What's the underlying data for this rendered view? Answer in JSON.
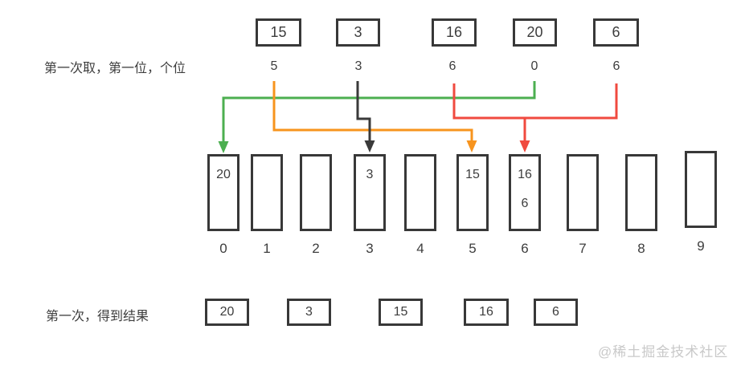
{
  "pass_label": "第一次取，第一位，个位",
  "result_label": "第一次，得到结果",
  "watermark": "@稀土掘金技术社区",
  "top_row": {
    "boxes": [
      "15",
      "3",
      "16",
      "20",
      "6"
    ],
    "digits": [
      "5",
      "3",
      "6",
      "0",
      "6"
    ]
  },
  "buckets": {
    "labels": [
      "0",
      "1",
      "2",
      "3",
      "4",
      "5",
      "6",
      "7",
      "8",
      "9"
    ],
    "contents": [
      [
        "20"
      ],
      [],
      [],
      [
        "3"
      ],
      [],
      [
        "15"
      ],
      [
        "16",
        "6"
      ],
      [],
      [],
      []
    ]
  },
  "result_row": {
    "boxes": [
      "20",
      "3",
      "15",
      "16",
      "6"
    ]
  },
  "arrows": [
    {
      "color_name": "green",
      "from_value": "20",
      "digit": "0",
      "to_bucket": "0"
    },
    {
      "color_name": "orange",
      "from_value": "15",
      "digit": "5",
      "to_bucket": "5"
    },
    {
      "color_name": "black",
      "from_value": "3",
      "digit": "3",
      "to_bucket": "3"
    },
    {
      "color_name": "red",
      "from_value": "16",
      "digit": "6",
      "to_bucket": "6"
    },
    {
      "color_name": "red",
      "from_value": "6",
      "digit": "6",
      "to_bucket": "6"
    }
  ],
  "colors": {
    "green": "#4caf50",
    "orange": "#f7941e",
    "red": "#f04a3f",
    "black": "#3a3a3a",
    "border": "#383838",
    "text": "#3d3d3d",
    "watermark": "#c9c9c9"
  }
}
